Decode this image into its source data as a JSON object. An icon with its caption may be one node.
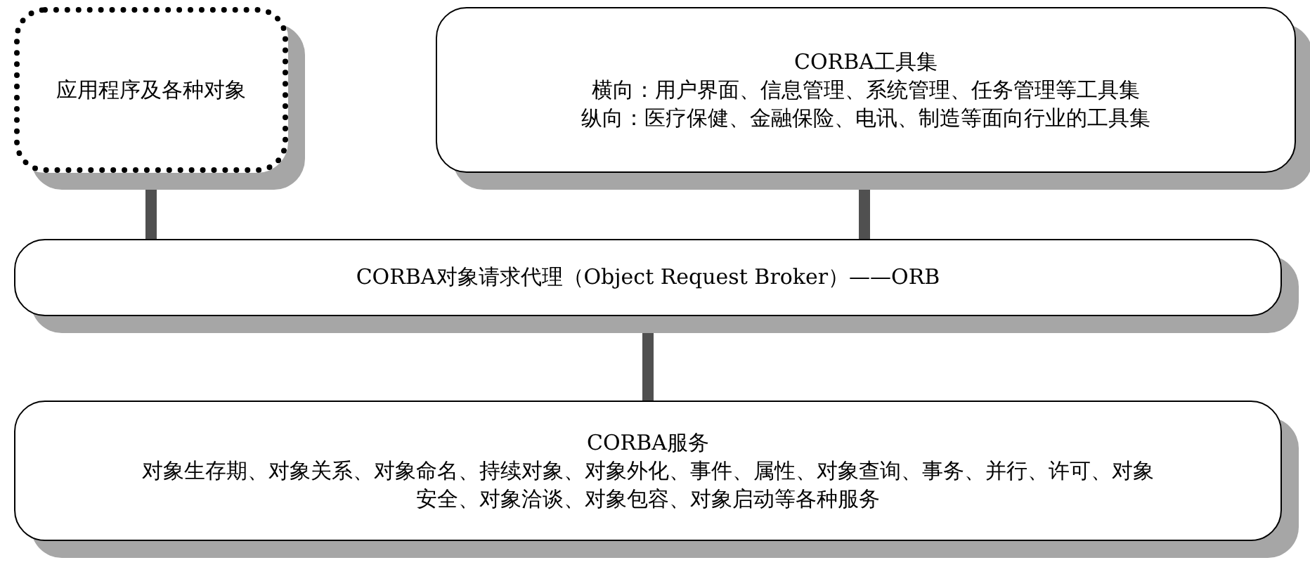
{
  "diagram": {
    "nodes": [
      {
        "text": [
          "应用程序及各种对象"
        ]
      },
      {
        "text": [
          "CORBA工具集",
          "横向：用户界面、信息管理、系统管理、任务管理等工具集",
          "纵向：医疗保健、金融保险、电讯、制造等面向行业的工具集"
        ]
      },
      {
        "text": [
          "CORBA对象请求代理（Object Request Broker）——ORB"
        ]
      },
      {
        "text": [
          "CORBA服务",
          "对象生存期、对象关系、对象命名、持续对象、对象外化、事件、属性、对象查询、事务、并行、许可、对象安全、对象洽谈、对象包容、对象启动等各种服务"
        ]
      }
    ],
    "edges": [
      {
        "from": 0,
        "to": 2,
        "arrow": "none"
      },
      {
        "from": 1,
        "to": 2,
        "arrow": "none"
      },
      {
        "from": 2,
        "to": 3,
        "arrow": "none"
      }
    ]
  }
}
